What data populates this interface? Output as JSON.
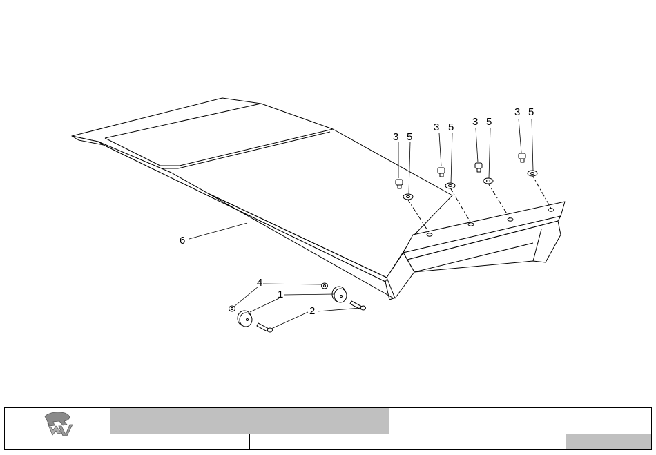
{
  "diagram": {
    "parts": [
      {
        "id": "p6",
        "label": "6"
      },
      {
        "id": "p3a",
        "label": "3"
      },
      {
        "id": "p5a",
        "label": "5"
      },
      {
        "id": "p3b",
        "label": "3"
      },
      {
        "id": "p5b",
        "label": "5"
      },
      {
        "id": "p3c",
        "label": "3"
      },
      {
        "id": "p5c",
        "label": "5"
      },
      {
        "id": "p3d",
        "label": "3"
      },
      {
        "id": "p5d",
        "label": "5"
      },
      {
        "id": "p4",
        "label": "4"
      },
      {
        "id": "p1",
        "label": "1"
      },
      {
        "id": "p2",
        "label": "2"
      }
    ]
  },
  "title_block": {
    "logo_text": "RAV",
    "colors": {
      "band": "#c0c0c0",
      "line": "#000000"
    }
  }
}
